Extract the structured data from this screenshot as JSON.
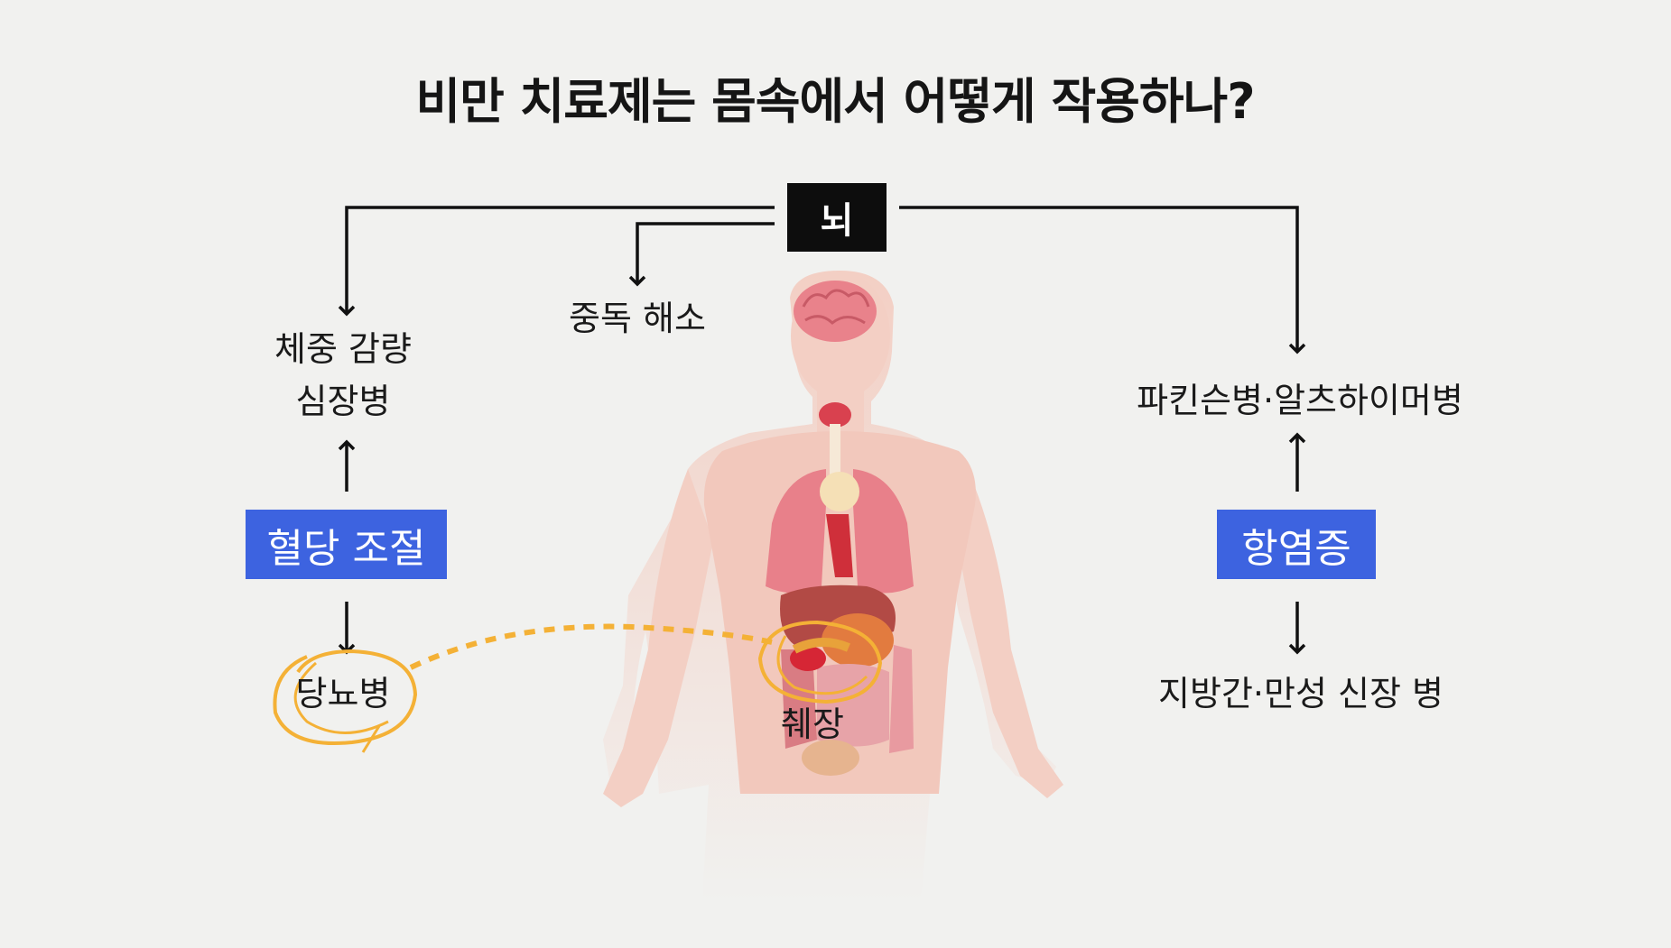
{
  "title": "비만 치료제는 몸속에서 어떻게 작용하나?",
  "brain_label": "뇌",
  "left_top": {
    "line1": "체중 감량",
    "line2": "심장병"
  },
  "center_top": "중독 해소",
  "right_top": "파킨슨병·알츠하이머병",
  "blood_sugar": "혈당 조절",
  "diabetes": "당뇨병",
  "pancreas": "췌장",
  "anti_inflammation": "항염증",
  "right_bottom": "지방간·만성 신장 병",
  "colors": {
    "background": "#f1f1ef",
    "blue_box": "#3d63e0",
    "black_box": "#0d0d0d",
    "highlight": "#f4b136",
    "body": "#f3cfc4"
  }
}
